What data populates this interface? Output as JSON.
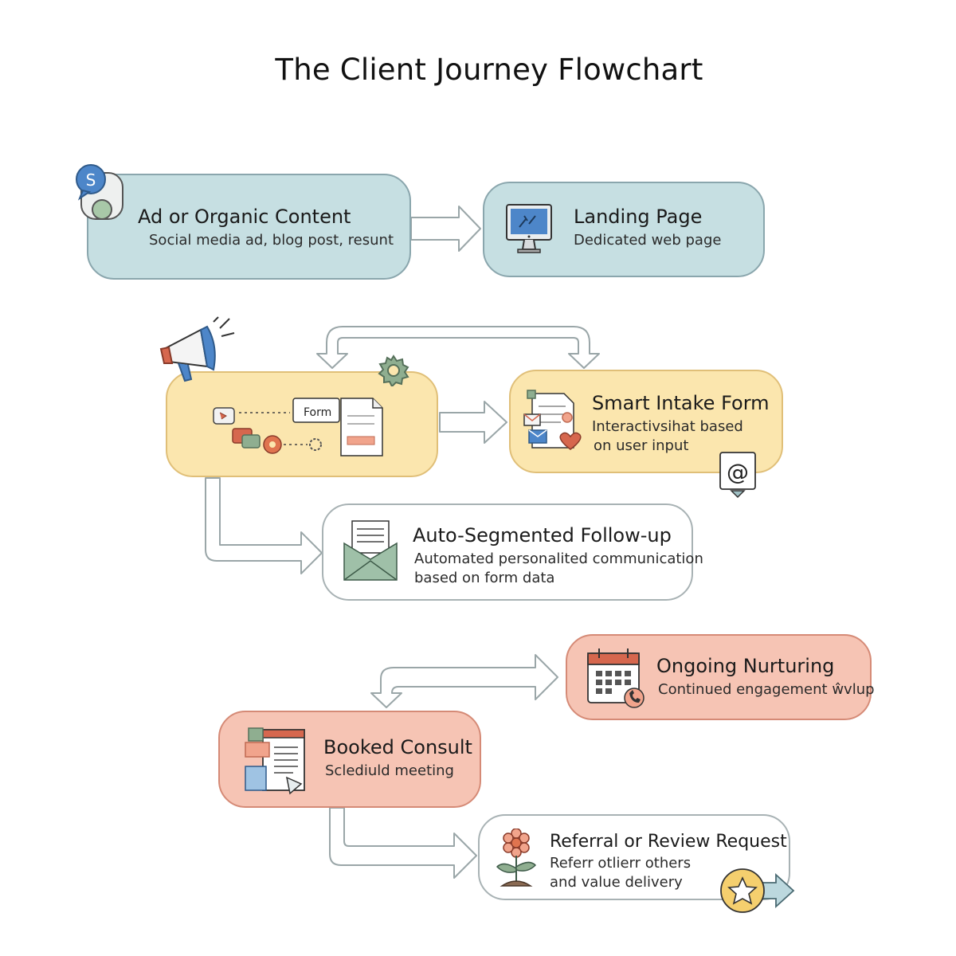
{
  "title": "The Client Journey Flowchart",
  "nodes": {
    "ad": {
      "title": "Ad or Organic Content",
      "subtitle": "Social media ad, blog post, resunt"
    },
    "landing": {
      "title": "Landing Page",
      "subtitle": "Dedicated web page"
    },
    "intake_graphic": {
      "form_label": "Form"
    },
    "smart_form": {
      "title": "Smart Intake Form",
      "subtitle_lines": [
        "Interactivsihat based",
        "on user input"
      ]
    },
    "followup": {
      "title": "Auto-Segmented Follow-up",
      "subtitle_lines": [
        "Automated personalited communication",
        "based on form data"
      ]
    },
    "nurturing": {
      "title": "Ongoing Nurturing",
      "subtitle": "Continued engagement ŵvlup"
    },
    "consult": {
      "title": "Booked Consult",
      "subtitle": "Sclediuld meeting"
    },
    "referral": {
      "title": "Referral or Review Request",
      "subtitle_lines": [
        "Referr otlierr others",
        "and value delivery"
      ]
    }
  },
  "colors": {
    "blue_fill": "#c6dfe2",
    "yellow_fill": "#fbe6ae",
    "red_fill": "#f6c4b4",
    "white_fill": "#ffffff",
    "arrow_stroke": "#9aa6a8"
  },
  "icons": [
    "chat-user-icon",
    "monitor-icon",
    "megaphone-icon",
    "gear-icon",
    "form-document-icon",
    "checklist-heart-icon",
    "at-sign-icon",
    "envelope-icon",
    "calendar-phone-icon",
    "booking-document-icon",
    "flower-icon",
    "star-badge-icon"
  ]
}
